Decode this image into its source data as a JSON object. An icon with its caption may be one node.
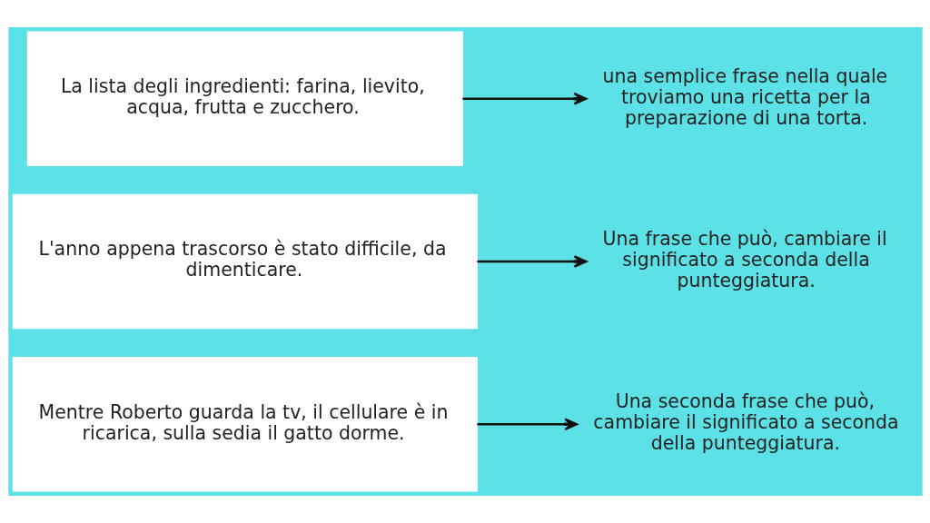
{
  "diagram": {
    "nodes": [
      {
        "text": [
          "La lista degli ingredienti: farina, lievito, acqua, frutta e zucchero."
        ]
      },
      {
        "text": [
          "una semplice frase nella quale troviamo una ricetta per la preparazione di una torta."
        ]
      },
      {
        "text": [
          "L'anno appena trascorso è stato difficile, da dimenticare."
        ]
      },
      {
        "text": [
          "Una frase che può, cambiare il significato a seconda della punteggiatura."
        ]
      },
      {
        "text": [
          "Mentre Roberto guarda la tv, il cellulare è in ricarica, sulla sedia il gatto dorme."
        ]
      },
      {
        "text": [
          "Una seconda frase che può, cambiare il significato a seconda della punteggiatura."
        ]
      }
    ],
    "edges": [
      {
        "from": 0,
        "to": 1,
        "arrow": "to"
      },
      {
        "from": 2,
        "to": 3,
        "arrow": "to"
      },
      {
        "from": 4,
        "to": 5,
        "arrow": "to"
      }
    ]
  }
}
